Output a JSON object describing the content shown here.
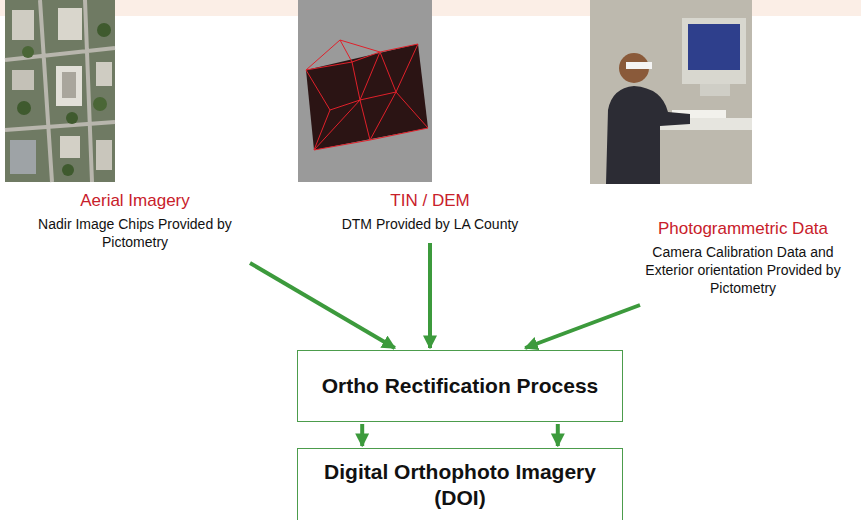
{
  "diagram": {
    "nodes": [
      {
        "text": [
          "Aerial Imagery",
          "Nadir Image Chips Provided by Pictometry"
        ]
      },
      {
        "text": [
          "TIN / DEM",
          "DTM Provided by LA County"
        ]
      },
      {
        "text": [
          "Photogrammetric Data",
          "Camera Calibration Data and Exterior orientation Provided by Pictometry"
        ]
      },
      {
        "text": [
          "Ortho Rectification Process"
        ]
      },
      {
        "text": [
          "Digital Orthophoto Imagery (DOI)"
        ]
      }
    ],
    "edges": [
      {
        "from": 0,
        "to": 3,
        "arrow": "to"
      },
      {
        "from": 1,
        "to": 3,
        "arrow": "to"
      },
      {
        "from": 2,
        "to": 3,
        "arrow": "to"
      },
      {
        "from": 3,
        "to": 4,
        "arrow": "to"
      },
      {
        "from": 3,
        "to": 4,
        "arrow": "to"
      }
    ]
  }
}
